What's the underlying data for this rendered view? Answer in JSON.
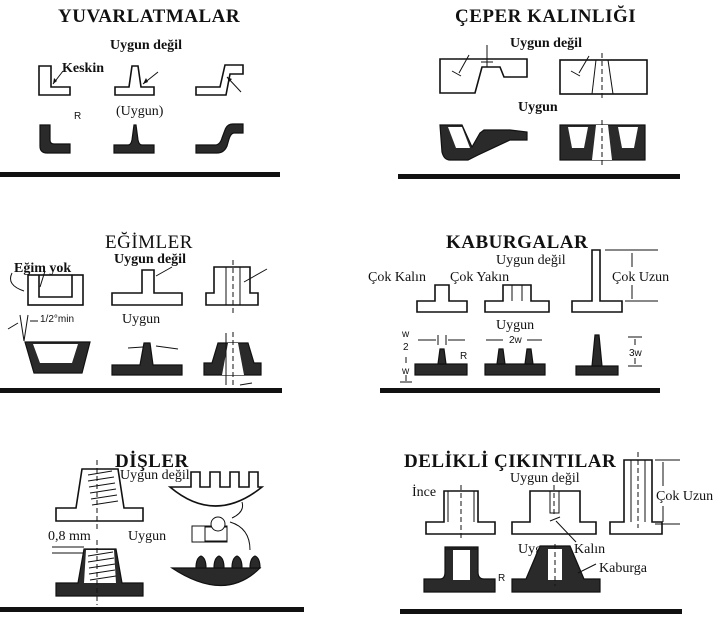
{
  "panels": {
    "fillets": {
      "title": "YUVARLATMALAR",
      "bad_label": "Uygun değil",
      "good_label": "(Uygun)",
      "sharp_label": "Keskin",
      "radius_label": "R"
    },
    "wall_thickness": {
      "title": "ÇEPER KALINLIĞI",
      "bad_label": "Uygun değil",
      "good_label": "Uygun"
    },
    "draft": {
      "title": "EĞİMLER",
      "bad_label": "Uygun değil",
      "good_label": "Uygun",
      "no_draft_label": "Eğim yok",
      "min_angle_label": "1/2°min"
    },
    "ribs": {
      "title": "KABURGALAR",
      "bad_label": "Uygun değil",
      "good_label": "Uygun",
      "too_thick_label": "Çok Kalın",
      "too_close_label": "Çok Yakın",
      "too_long_label": "Çok Uzun",
      "half_w_num": "w",
      "half_w_den": "2",
      "w_label": "w",
      "two_w_label": "2w",
      "three_w_label": "3w",
      "radius_label": "R"
    },
    "threads": {
      "title": "DİŞLER",
      "bad_label": "Uygun değil",
      "good_label": "Uygun",
      "clearance_label": "0,8 mm"
    },
    "bosses": {
      "title": "DELİKLİ ÇIKINTILAR",
      "bad_label": "Uygun değil",
      "good_label": "Uygun",
      "thin_label": "İnce",
      "thick_label": "Kalın",
      "too_long_label": "Çok Uzun",
      "rib_label": "Kaburga",
      "radius_label": "R"
    }
  }
}
